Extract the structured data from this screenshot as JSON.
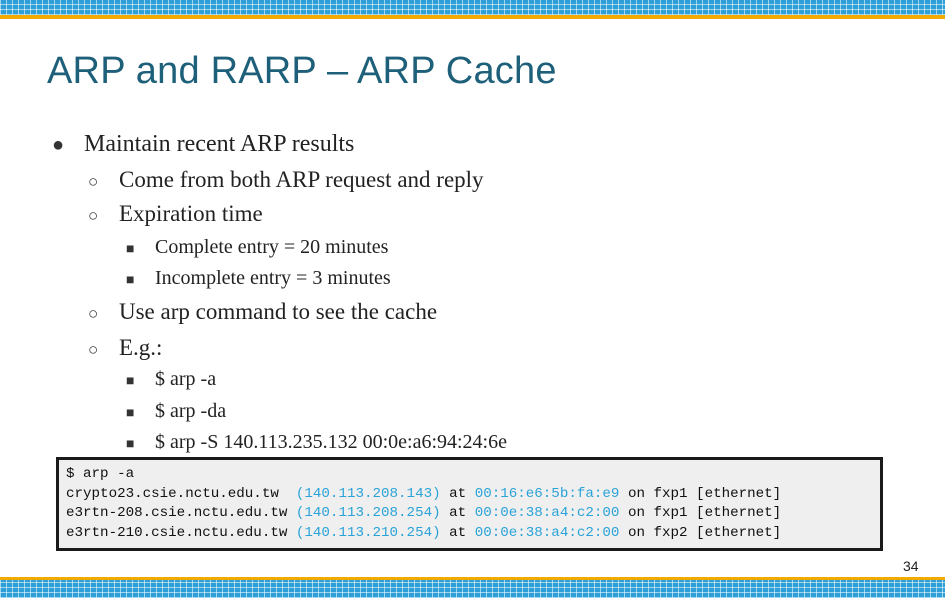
{
  "slide": {
    "title": "ARP and RARP – ARP Cache",
    "page_number": "34"
  },
  "bullets": {
    "b1": {
      "marker": "●",
      "text": "Maintain recent ARP results"
    },
    "b1_1": {
      "marker": "○",
      "text": "Come from both ARP request and reply"
    },
    "b1_2": {
      "marker": "○",
      "text": "Expiration time"
    },
    "b1_2_1": {
      "marker": "■",
      "text": "Complete entry = 20 minutes"
    },
    "b1_2_2": {
      "marker": "■",
      "text": "Incomplete entry = 3 minutes"
    },
    "b1_3": {
      "marker": "○",
      "text": "Use arp command to see the cache"
    },
    "b1_4": {
      "marker": "○",
      "text": "E.g.:"
    },
    "b1_4_1": {
      "marker": "■",
      "text": "$ arp -a"
    },
    "b1_4_2": {
      "marker": "■",
      "text": "$ arp -da"
    },
    "b1_4_3": {
      "marker": "■",
      "text": "$ arp -S 140.113.235.132 00:0e:a6:94:24:6e"
    }
  },
  "terminal": {
    "command": "$ arp -a",
    "rows": [
      {
        "host": "crypto23.csie.nctu.edu.tw  ",
        "ip": "(140.113.208.143)",
        "at": " at ",
        "mac": "00:16:e6:5b:fa:e9",
        "tail": " on fxp1 [ethernet]"
      },
      {
        "host": "e3rtn-208.csie.nctu.edu.tw ",
        "ip": "(140.113.208.254)",
        "at": " at ",
        "mac": "00:0e:38:a4:c2:00",
        "tail": " on fxp1 [ethernet]"
      },
      {
        "host": "e3rtn-210.csie.nctu.edu.tw ",
        "ip": "(140.113.210.254)",
        "at": " at ",
        "mac": "00:0e:38:a4:c2:00",
        "tail": " on fxp2 [ethernet]"
      }
    ]
  },
  "colors": {
    "title": "#1e5f79",
    "accent_band": "#2f9fd7",
    "accent_stripe": "#f2a900",
    "terminal_highlight": "#2aa3d8"
  }
}
